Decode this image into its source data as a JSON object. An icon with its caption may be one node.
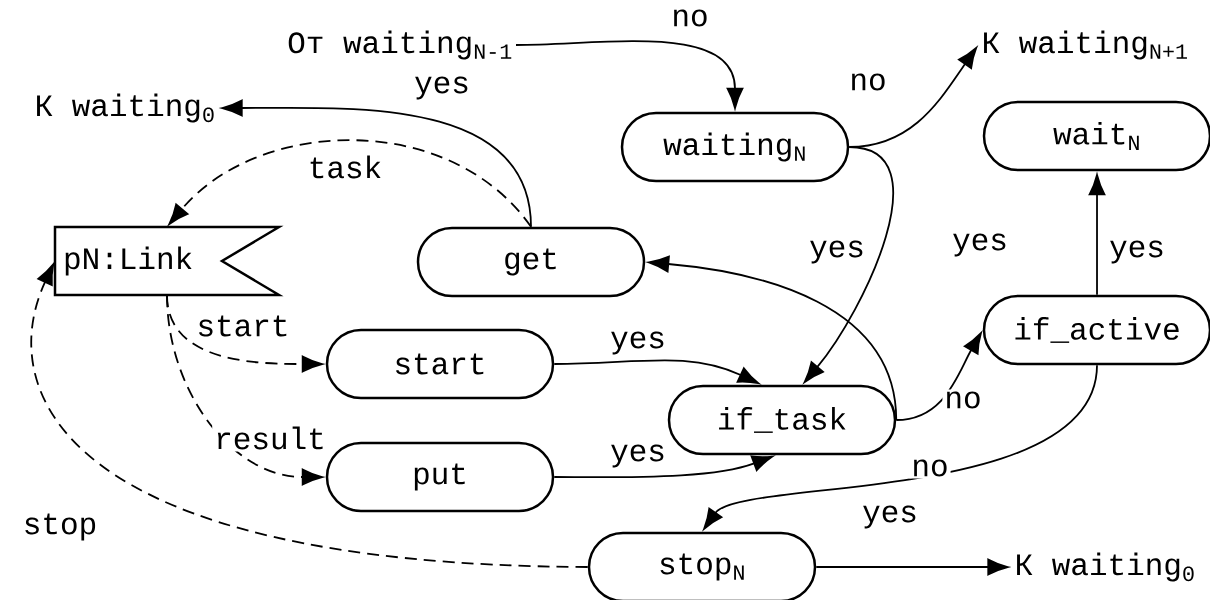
{
  "diagram": {
    "nodes": [
      {
        "text": [
          "От waiting$_{N-1}$"
        ]
      },
      {
        "text": [
          "К waiting$_{N+1}$"
        ]
      },
      {
        "text": [
          "К waiting$_{0}$"
        ]
      },
      {
        "text": [
          "waiting$_{N}$"
        ]
      },
      {
        "text": [
          "wait$_{N}$"
        ]
      },
      {
        "text": [
          "pN:Link"
        ]
      },
      {
        "text": [
          "get"
        ]
      },
      {
        "text": [
          "if_active"
        ]
      },
      {
        "text": [
          "start"
        ]
      },
      {
        "text": [
          "if_task"
        ]
      },
      {
        "text": [
          "put"
        ]
      },
      {
        "text": [
          "stop$_{N}$"
        ]
      },
      {
        "text": [
          "К waiting$_{0}$"
        ]
      }
    ],
    "edges": [
      {
        "from": 0,
        "to": 3,
        "arrow": "to",
        "label": "no"
      },
      {
        "from": 3,
        "to": 1,
        "arrow": "to",
        "label": "no"
      },
      {
        "from": 6,
        "to": 2,
        "arrow": "to",
        "label": "yes"
      },
      {
        "from": 6,
        "to": 5,
        "arrow": "to",
        "label": "task",
        "style": "dashed"
      },
      {
        "from": 9,
        "to": 6,
        "arrow": "to",
        "label": "yes"
      },
      {
        "from": 3,
        "to": 9,
        "arrow": "to",
        "label": "yes"
      },
      {
        "from": 7,
        "to": 4,
        "arrow": "to",
        "label": "yes"
      },
      {
        "from": 5,
        "to": 8,
        "arrow": "to",
        "label": "start",
        "style": "dashed"
      },
      {
        "from": 5,
        "to": 10,
        "arrow": "to",
        "label": "result",
        "style": "dashed"
      },
      {
        "from": 8,
        "to": 9,
        "arrow": "to",
        "label": "yes"
      },
      {
        "from": 10,
        "to": 9,
        "arrow": "to",
        "label": "yes"
      },
      {
        "from": 9,
        "to": 7,
        "arrow": "to",
        "label": "no"
      },
      {
        "from": 7,
        "to": 11,
        "arrow": "to",
        "label": "no"
      },
      {
        "from": 11,
        "to": 5,
        "arrow": "to",
        "label": "stop",
        "style": "dashed"
      },
      {
        "from": 11,
        "to": 12,
        "arrow": "to",
        "label": "yes"
      }
    ]
  }
}
